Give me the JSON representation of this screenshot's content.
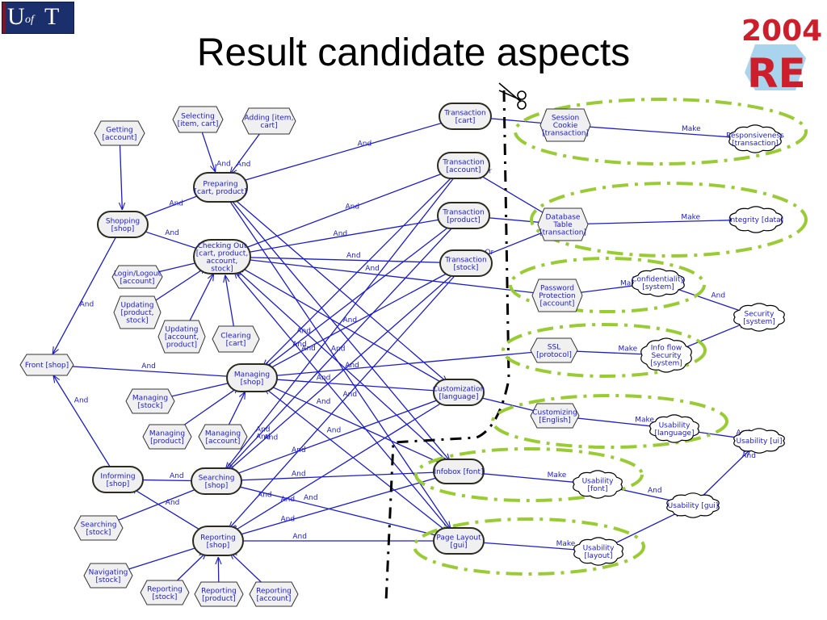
{
  "title": "Result candidate aspects",
  "logos": {
    "left": {
      "letters": [
        "U",
        "of",
        "T"
      ]
    },
    "right": {
      "year": "2004",
      "letters": "RE"
    }
  },
  "colors": {
    "node_fill": "#f0f0f0",
    "node_stroke": "#333333",
    "edge": "#1c1ccc",
    "label": "#1b1bcc",
    "dash_circle": "#99cc33"
  },
  "nodes": {
    "getting_account": [
      "Getting",
      "[account]"
    ],
    "selecting": [
      "Selecting",
      "[item, cart]"
    ],
    "adding": [
      "Adding [item,",
      "cart]"
    ],
    "preparing": [
      "Preparing",
      "[cart, product]"
    ],
    "shopping": [
      "Shopping",
      "[shop]"
    ],
    "checking_out": [
      "Checking Out",
      "[cart, product,",
      "account,",
      "stock]"
    ],
    "login_logout": [
      "Login/Logout",
      "[account]"
    ],
    "updating_ps": [
      "Updating",
      "[product,",
      "stock]"
    ],
    "updating_apr": [
      "Updating",
      "[account,",
      "product]"
    ],
    "clearing": [
      "Clearing",
      "[cart]"
    ],
    "front": [
      "Front [shop]"
    ],
    "managing": [
      "Managing",
      "[shop]"
    ],
    "managing_stock": [
      "Managing",
      "[stock]"
    ],
    "managing_product": [
      "Managing",
      "[product]"
    ],
    "managing_account": [
      "Managing",
      "[account]"
    ],
    "informing": [
      "Informing",
      "[shop]"
    ],
    "searching": [
      "Searching",
      "[shop]"
    ],
    "searching_stock": [
      "Searching",
      "[stock]"
    ],
    "reporting": [
      "Reporting",
      "[shop]"
    ],
    "navigating": [
      "Navigating",
      "[stock]"
    ],
    "reporting_stock": [
      "Reporting",
      "[stock]"
    ],
    "reporting_product": [
      "Reporting",
      "[product]"
    ],
    "reporting_account": [
      "Reporting",
      "[account]"
    ],
    "tx_cart": [
      "Transaction",
      "[cart]"
    ],
    "tx_account": [
      "Transaction",
      "[account]"
    ],
    "tx_product": [
      "Transaction",
      "[product]"
    ],
    "tx_stock": [
      "Transaction",
      "[stock]"
    ],
    "customization": [
      "Customization",
      "[language]"
    ],
    "infobox": [
      "Infobox [font]"
    ],
    "page_layout": [
      "Page Layout",
      "[gui]"
    ],
    "session_cookie": [
      "Session",
      "Cookie",
      "[transaction]"
    ],
    "database_table": [
      "Database",
      "Table",
      "[transaction]"
    ],
    "password_protection": [
      "Password",
      "Protection",
      "[account]"
    ],
    "ssl": [
      "SSL",
      "[protocol]"
    ],
    "customizing_english": [
      "Customizing",
      "[English]"
    ],
    "responsiveness": [
      "Responsiveness",
      "[transaction]"
    ],
    "integrity": [
      "Integrity [data]"
    ],
    "confidentiality": [
      "Confidentiality",
      "[system]"
    ],
    "security": [
      "Security",
      "[system]"
    ],
    "info_flow_security": [
      "Info flow",
      "Security",
      "[system]"
    ],
    "usability_language": [
      "Usability",
      "[language]"
    ],
    "usability_ui": [
      "Usability [ui]"
    ],
    "usability_font": [
      "Usability",
      "[font]"
    ],
    "usability_gui": [
      "Usability [gui]"
    ],
    "usability_layout": [
      "Usability",
      "[layout]"
    ]
  },
  "edge_labels": {
    "and": "And",
    "or": "Or",
    "make": "Make"
  }
}
